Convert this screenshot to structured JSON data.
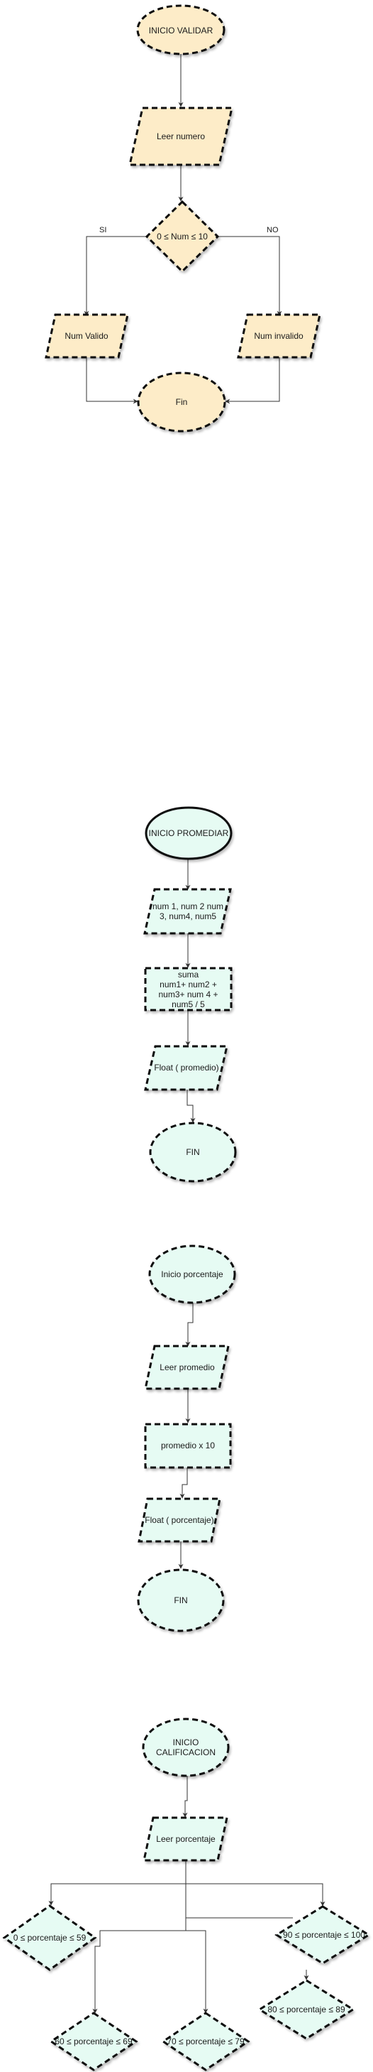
{
  "colors": {
    "yellow_fill": "#fdecc8",
    "mint_fill": "#e6fbf3",
    "stroke": "#111111",
    "edge": "#333333"
  },
  "diagram1": {
    "inicio": "INICIO  VALIDAR",
    "leer": "Leer numero",
    "decision": "0 ≤  Num ≤ 10",
    "si": "SI",
    "no": "NO",
    "valido": "Num Valido",
    "invalido": "Num invalido",
    "fin": "Fin"
  },
  "diagram2": {
    "inicio": "INICIO PROMEDIAR",
    "input": "num 1, num 2 num 3, num4, num5",
    "suma": "suma\nnum1+ num2 + num3+ num 4 + num5 / 5",
    "output": "Float ( promedio)",
    "fin": "FIN"
  },
  "diagram3": {
    "inicio": "Inicio porcentaje",
    "leer": "Leer promedio",
    "proc": "promedio x 10",
    "output": "Float ( porcentaje)",
    "fin": "FIN"
  },
  "diagram4": {
    "inicio": "INICIO CALIFICACION",
    "leer": "Leer porcentaje",
    "d1": "0 ≤ porcentaje ≤ 59",
    "d2": "60 ≤ porcentaje ≤ 69",
    "d3": "70 ≤ porcentaje ≤ 79",
    "d4": "80 ≤ porcentaje ≤ 89",
    "d5": "90 ≤ porcentaje ≤  100"
  }
}
